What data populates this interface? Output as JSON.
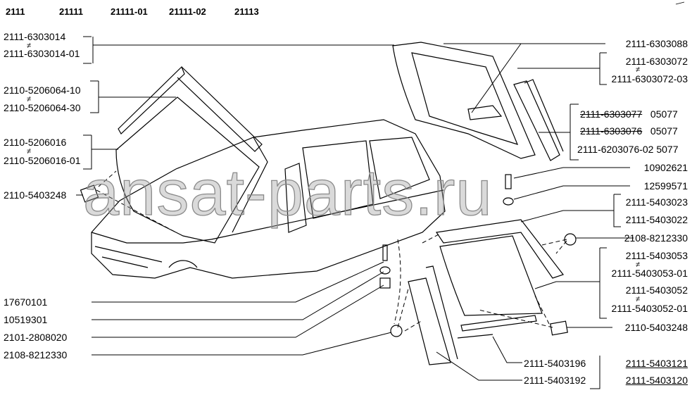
{
  "models": [
    "2111",
    "21111",
    "21111-01",
    "21111-02",
    "21113"
  ],
  "watermark": "ansat-parts.ru",
  "not_equal_symbol": "≠",
  "left_labels": {
    "rear_door_glass": "2111-6303014",
    "rear_door_glass_alt": "2111-6303014-01",
    "windshield_seal": "2110-5206064-10",
    "windshield_seal_alt": "2110-5206064-30",
    "windshield": "2110-5206016",
    "windshield_alt": "2110-5206016-01",
    "clip_front": "2110-5403248",
    "screw": "17670101",
    "washer": "10519301",
    "nut": "2101-2808020",
    "plug": "2108-8212330"
  },
  "right_labels": {
    "p1": "2111-6303088",
    "p2": "2111-6303072",
    "p2_alt": "2111-6303072-03",
    "p3": "2111-6303077",
    "p3_code": "05077",
    "p4": "2111-6303076",
    "p4_code": "05077",
    "p5": "2111-6203076-02",
    "p5_code": "5077",
    "p6": "10902621",
    "p7": "12599571",
    "p8": "2111-5403023",
    "p9": "2111-5403022",
    "p10": "2108-8212330",
    "p11": "2111-5403053",
    "p11_alt": "2111-5403053-01",
    "p12": "2111-5403052",
    "p12_alt": "2111-5403052-01",
    "p13": "2110-5403248",
    "p14": "2111-5403196",
    "p15": "2111-5403192",
    "p16": "2111-5403121",
    "p17": "2111-5403120"
  }
}
